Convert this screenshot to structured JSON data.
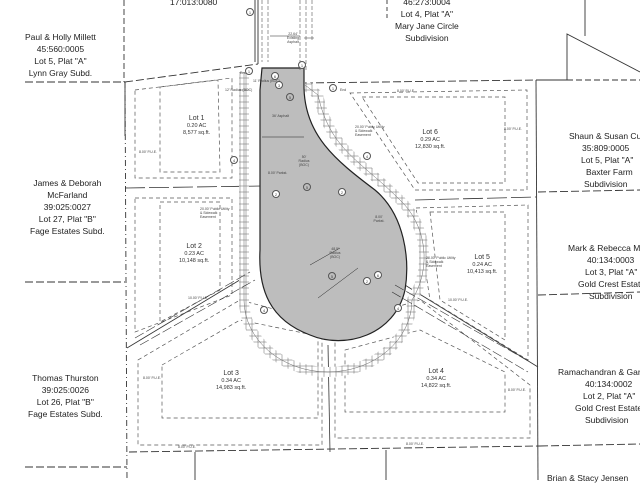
{
  "drawing": {
    "type": "subdivision plat / site plan",
    "background": "#ffffff",
    "line_color": "#333333",
    "cul_de_sac_fill": "#bdbdbd"
  },
  "adjacent_owners": [
    {
      "id": "north-parcel",
      "lines": [
        "17:013:0080"
      ]
    },
    {
      "id": "north-east-parcel",
      "lines": [
        "46:273:0004",
        "Lot 4, Plat \"A\"",
        "Mary Jane Circle",
        "Subdivision"
      ]
    },
    {
      "id": "millett",
      "lines": [
        "Paul & Holly Millett",
        "45:560:0005",
        "Lot 5, Plat \"A\"",
        "Lynn Gray Subd."
      ]
    },
    {
      "id": "mcfarland",
      "lines": [
        "James & Deborah",
        "McFarland",
        "39:025:0027",
        "Lot 27, Plat \"B\"",
        "Fage Estates Subd."
      ]
    },
    {
      "id": "thurston",
      "lines": [
        "Thomas Thurston",
        "39:025:0026",
        "Lot 26, Plat \"B\"",
        "Fage Estates Subd."
      ]
    },
    {
      "id": "cutler",
      "lines": [
        "Shaun & Susan Cutle",
        "35:809:0005",
        "Lot 5, Plat \"A\"",
        "Baxter Farm",
        "Subdivision"
      ]
    },
    {
      "id": "mcentire",
      "lines": [
        "Mark & Rebecca McEnt",
        "40:134:0003",
        "Lot 3, Plat \"A\"",
        "Gold Crest Estates",
        "Subdivision"
      ]
    },
    {
      "id": "ramachandran",
      "lines": [
        "Ramachandran & Gary Ske",
        "40:134:0002",
        "Lot 2, Plat \"A\"",
        "Gold Crest Estates",
        "Subdivision"
      ]
    },
    {
      "id": "jensen",
      "lines": [
        "Brian & Stacy Jensen"
      ]
    }
  ],
  "lots": [
    {
      "name": "Lot 1",
      "acres": "0.20 AC",
      "sqft": "8,577 sq.ft."
    },
    {
      "name": "Lot 2",
      "acres": "0.23 AC",
      "sqft": "10,148 sq.ft."
    },
    {
      "name": "Lot 3",
      "acres": "0.34 AC",
      "sqft": "14,983 sq.ft."
    },
    {
      "name": "Lot 4",
      "acres": "0.34 AC",
      "sqft": "14,822 sq.ft."
    },
    {
      "name": "Lot 5",
      "acres": "0.24 AC",
      "sqft": "10,413 sq.ft."
    },
    {
      "name": "Lot 6",
      "acres": "0.29 AC",
      "sqft": "12,830 sq.ft."
    }
  ],
  "annotations": {
    "existing_asphalt": "22.64' Existing Asphalt",
    "asphalt_width": "36' Asphalt",
    "radius_50": "50' Radius (BOC)",
    "radius_48": "48.5' Radius (BOC)",
    "parkstrip": "8.00' Parkst.",
    "puee_1": "20.00' Public Utility & Sidewalk Easement",
    "puee_2": "20.00' Public Utility & Sidewalk Easement",
    "puee_3": "20.00' Public Utility & Sidewalk Easement",
    "pue_8": "8.00' P.U.E.",
    "pue_10": "10.00' P.U.E.",
    "radius_small_1": "11' Radius (BOC)",
    "radius_small_2": "12' Radius (BOC)",
    "end": "End"
  },
  "callouts": [
    "1",
    "2",
    "3",
    "4",
    "5",
    "6"
  ]
}
